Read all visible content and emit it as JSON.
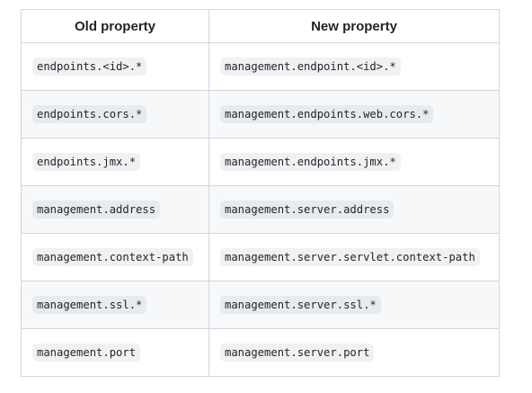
{
  "table": {
    "headers": {
      "old": "Old property",
      "new": "New property"
    },
    "rows": [
      {
        "old": "endpoints.<id>.*",
        "new": "management.endpoint.<id>.*"
      },
      {
        "old": "endpoints.cors.*",
        "new": "management.endpoints.web.cors.*"
      },
      {
        "old": "endpoints.jmx.*",
        "new": "management.endpoints.jmx.*"
      },
      {
        "old": "management.address",
        "new": "management.server.address"
      },
      {
        "old": "management.context-path",
        "new": "management.server.servlet.context-path"
      },
      {
        "old": "management.ssl.*",
        "new": "management.server.ssl.*"
      },
      {
        "old": "management.port",
        "new": "management.server.port"
      }
    ]
  },
  "colors": {
    "border": "#d0d7de",
    "row_alt_bg": "#f6f8fa",
    "code_bg": "#eff1f3",
    "text": "#1f2328"
  }
}
